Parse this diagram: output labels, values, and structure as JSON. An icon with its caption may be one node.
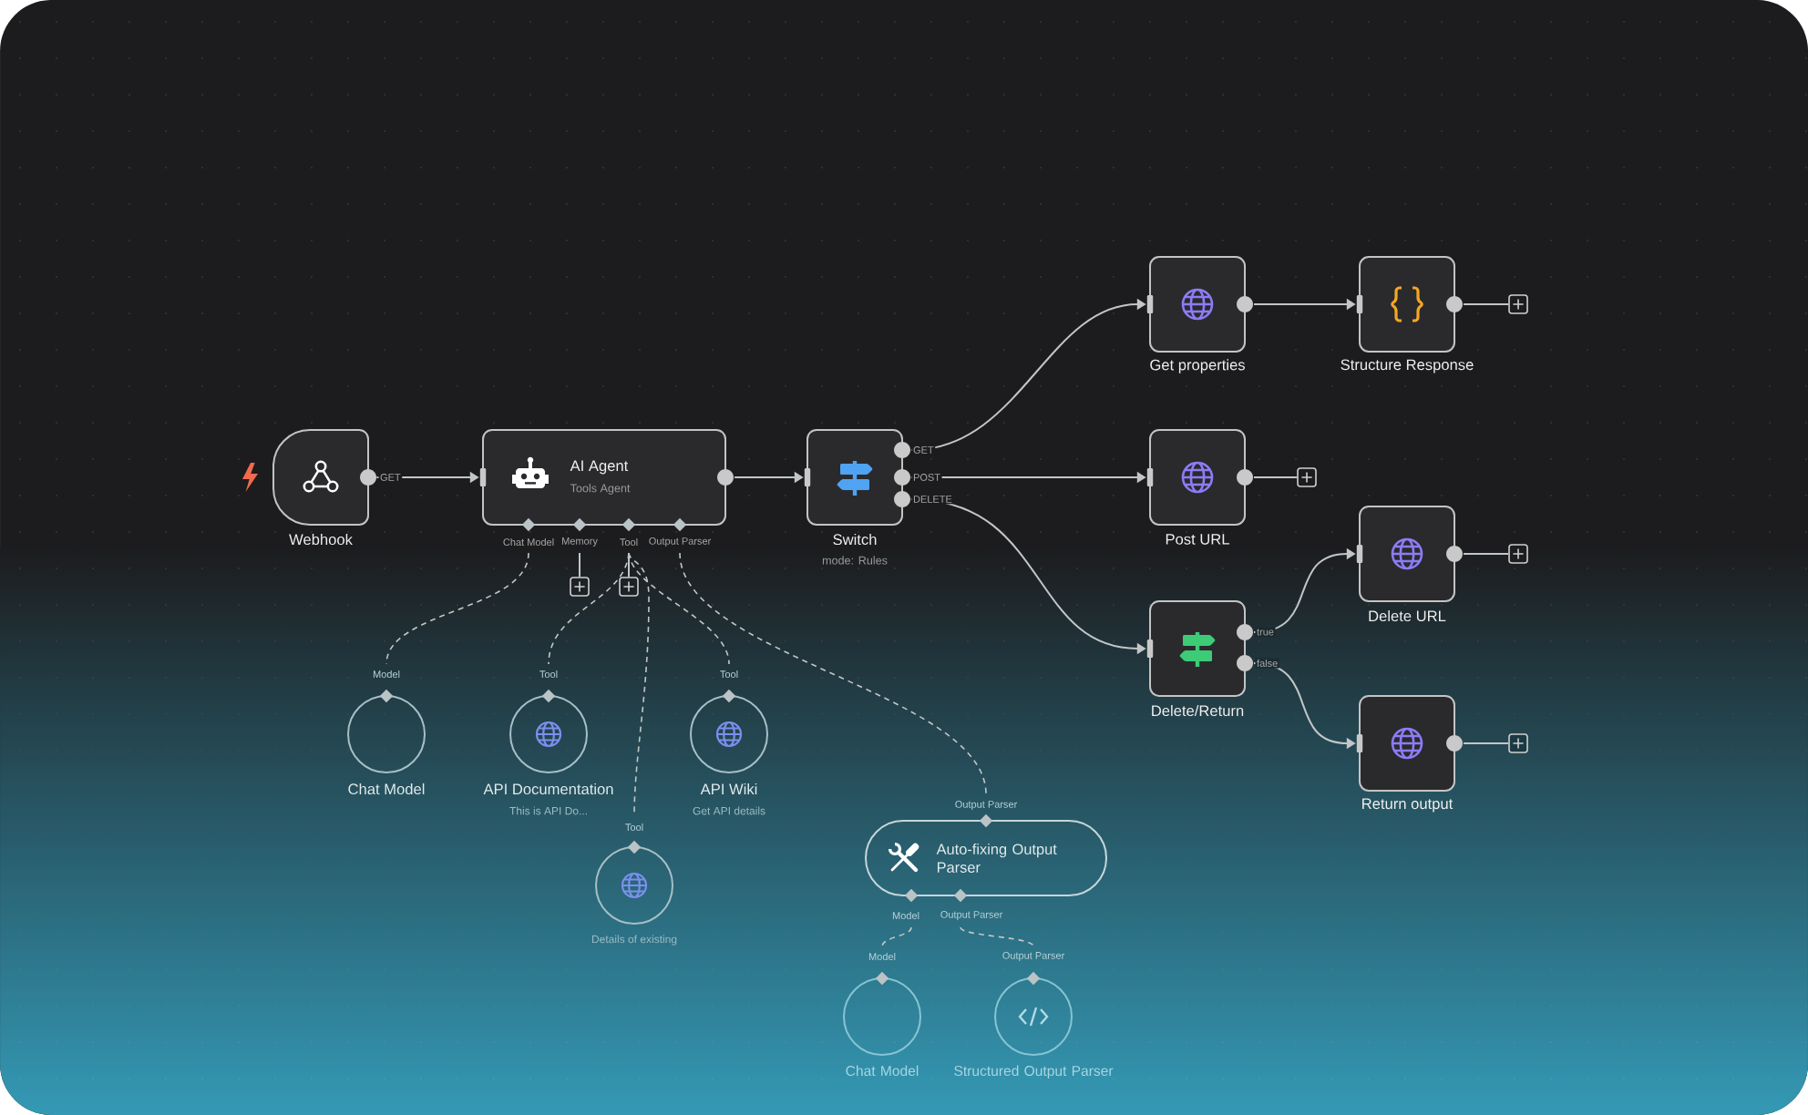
{
  "diagram": {
    "nodes": [
      {
        "text": [
          "Webhook"
        ]
      },
      {
        "text": [
          "AI Agent",
          "Tools Agent"
        ],
        "beside": [
          "Chat Model",
          "Memory",
          "Tool",
          "Output Parser"
        ]
      },
      {
        "text": [
          "Switch",
          "mode: Rules"
        ]
      },
      {
        "text": [
          "Get properties"
        ]
      },
      {
        "text": [
          "Structure Response"
        ]
      },
      {
        "text": [
          "Post URL"
        ]
      },
      {
        "text": [
          "Delete URL"
        ]
      },
      {
        "text": [
          "Delete/Return"
        ]
      },
      {
        "text": [
          "Return output"
        ]
      },
      {
        "text": [
          "Chat Model"
        ],
        "beside": [
          "Model"
        ]
      },
      {
        "text": [
          "API Documentation",
          "This is API Do..."
        ],
        "beside": [
          "Tool"
        ]
      },
      {
        "text": [
          "API Wiki",
          "Get API details"
        ],
        "beside": [
          "Tool"
        ]
      },
      {
        "text": [
          "Details of existing"
        ],
        "beside": [
          "Tool"
        ]
      },
      {
        "text": [
          "Auto-fixing Output Parser"
        ],
        "beside": [
          "Output Parser",
          "Model",
          "Output Parser"
        ]
      },
      {
        "text": [
          "Chat Model"
        ],
        "beside": [
          "Model"
        ]
      },
      {
        "text": [
          "Structured Output Parser"
        ],
        "beside": [
          "Output Parser"
        ]
      },
      {
        "text": [],
        "shape": "box"
      },
      {
        "text": [],
        "shape": "box"
      },
      {
        "text": [],
        "shape": "box"
      },
      {
        "text": [],
        "shape": "box"
      },
      {
        "text": [],
        "shape": "box"
      },
      {
        "text": [],
        "shape": "box"
      }
    ],
    "edges": [
      {
        "from": 0,
        "to": 1,
        "arrow": "to",
        "label": "GET"
      },
      {
        "from": 1,
        "to": 2,
        "arrow": "to"
      },
      {
        "from": 2,
        "to": 3,
        "arrow": "to",
        "label": "GET"
      },
      {
        "from": 2,
        "to": 5,
        "arrow": "to",
        "label": "POST"
      },
      {
        "from": 2,
        "to": 7,
        "arrow": "to",
        "label": "DELETE"
      },
      {
        "from": 3,
        "to": 4,
        "arrow": "to"
      },
      {
        "from": 4,
        "to": 16,
        "arrow": "none"
      },
      {
        "from": 5,
        "to": 17,
        "arrow": "none"
      },
      {
        "from": 7,
        "to": 6,
        "arrow": "to",
        "label": "true"
      },
      {
        "from": 7,
        "to": 8,
        "arrow": "to",
        "label": "false"
      },
      {
        "from": 6,
        "to": 18,
        "arrow": "none"
      },
      {
        "from": 8,
        "to": 19,
        "arrow": "none"
      },
      {
        "from": 1,
        "to": 20,
        "arrow": "none"
      },
      {
        "from": 1,
        "to": 21,
        "arrow": "none"
      },
      {
        "from": 1,
        "to": 9,
        "arrow": "none",
        "style": "dashed"
      },
      {
        "from": 1,
        "to": 10,
        "arrow": "none",
        "style": "dashed"
      },
      {
        "from": 1,
        "to": 11,
        "arrow": "none",
        "style": "dashed"
      },
      {
        "from": 1,
        "to": 12,
        "arrow": "none",
        "style": "dashed"
      },
      {
        "from": 1,
        "to": 13,
        "arrow": "none",
        "style": "dashed"
      },
      {
        "from": 13,
        "to": 14,
        "arrow": "none",
        "style": "dashed"
      },
      {
        "from": 13,
        "to": 15,
        "arrow": "none",
        "style": "dashed"
      }
    ]
  }
}
